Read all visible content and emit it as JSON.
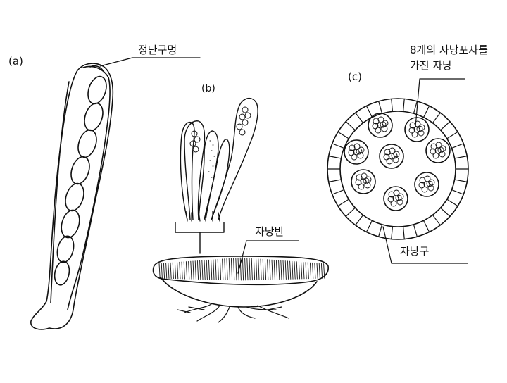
{
  "panels": {
    "a": {
      "tag": "(a)",
      "label": "정단구멍"
    },
    "b": {
      "tag": "(b)",
      "label": "자낭반"
    },
    "c": {
      "tag": "(c)",
      "label_line1": "8개의  자낭포자를",
      "label_line2": "가진  자낭",
      "label_bottom": "자낭구"
    }
  }
}
